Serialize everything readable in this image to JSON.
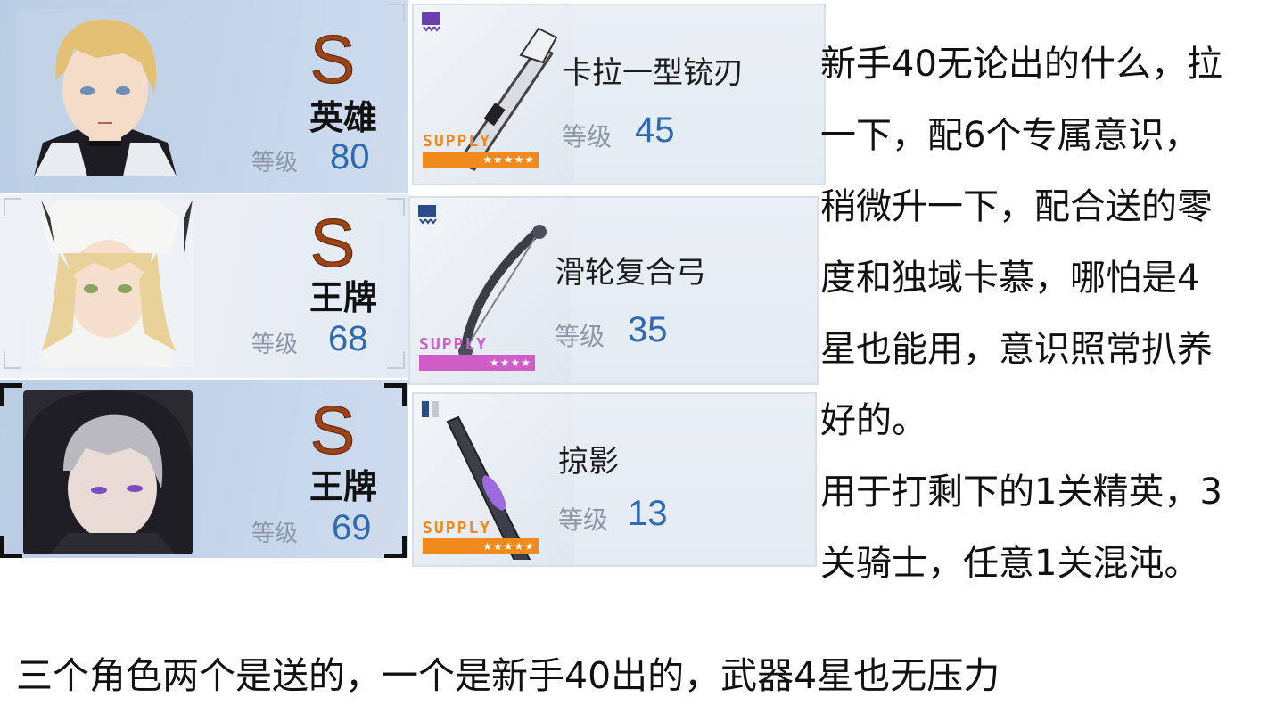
{
  "characters": [
    {
      "rank": "S",
      "role": "英雄",
      "level_label": "等级",
      "level": "80",
      "portrait": "blonde-male-portrait"
    },
    {
      "rank": "S",
      "role": "王牌",
      "level_label": "等级",
      "level": "68",
      "portrait": "blonde-female-hat-portrait"
    },
    {
      "rank": "S",
      "role": "王牌",
      "level_label": "等级",
      "level": "69",
      "portrait": "hooded-male-portrait"
    }
  ],
  "weapons": [
    {
      "name": "卡拉一型铳刃",
      "level_label": "等级",
      "level": "45",
      "supply": "SUPPLY",
      "stars": "★★★★★",
      "color": "#f08a1c",
      "icon": "gunblade-icon"
    },
    {
      "name": "滑轮复合弓",
      "level_label": "等级",
      "level": "35",
      "supply": "SUPPLY",
      "stars": "★★★★",
      "color": "#d05cc8",
      "icon": "compound-bow-icon"
    },
    {
      "name": "掠影",
      "level_label": "等级",
      "level": "13",
      "supply": "SUPPLY",
      "stars": "★★★★★",
      "color": "#f08a1c",
      "icon": "rifle-icon"
    }
  ],
  "right_text": [
    "新手40无论出的什么，拉",
    "一下，配6个专属意识，",
    "稍微升一下，配合送的零",
    "度和独域卡慕，哪怕是4",
    "星也能用，意识照常扒养",
    "好的。",
    "用于打剩下的1关精英，3",
    "关骑士，任意1关混沌。"
  ],
  "bottom_text": "三个角色两个是送的，一个是新手40出的，武器4星也无压力"
}
